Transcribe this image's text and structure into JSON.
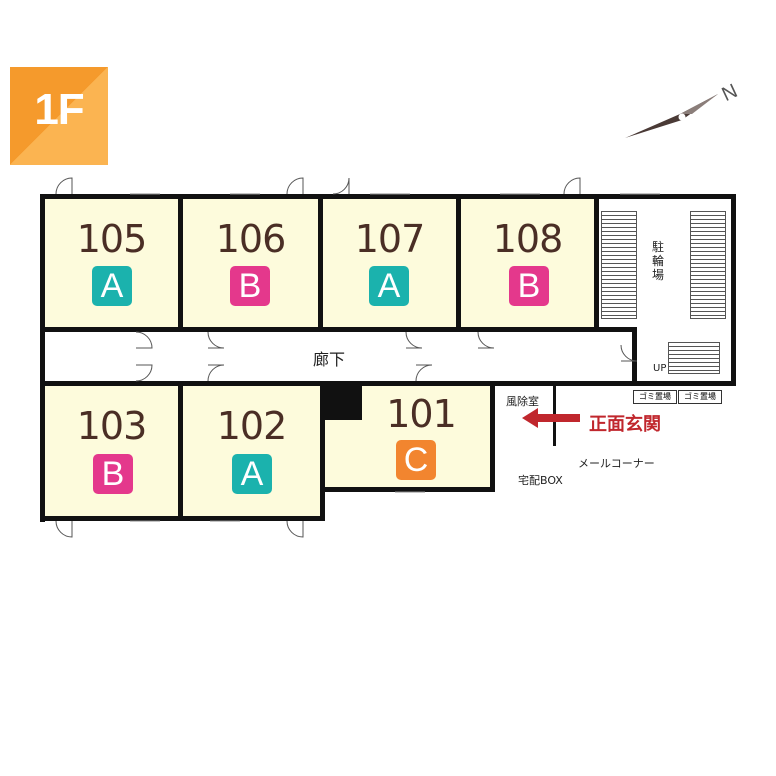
{
  "floor": "1F",
  "corridor_label": "廊下",
  "bicycle_parking": "駐輪場",
  "up_label": "UP",
  "wind_room": "風除室",
  "main_entrance": "正面玄関",
  "mail_corner": "メールコーナー",
  "delivery_box": "宅配BOX",
  "garbage": [
    "ゴミ置場",
    "ゴミ置場"
  ],
  "compass": {
    "label": "N",
    "icon": "compass-needle-icon"
  },
  "rooms": [
    {
      "number": "105",
      "type": "A"
    },
    {
      "number": "106",
      "type": "B"
    },
    {
      "number": "107",
      "type": "A"
    },
    {
      "number": "108",
      "type": "B"
    },
    {
      "number": "103",
      "type": "B"
    },
    {
      "number": "102",
      "type": "A"
    },
    {
      "number": "101",
      "type": "C"
    }
  ],
  "colors": {
    "type_A": "#1bb2ad",
    "type_B": "#e4388c",
    "type_C": "#f2852f",
    "entrance_arrow": "#c0272d",
    "room_fill": "#fdfbdc"
  }
}
